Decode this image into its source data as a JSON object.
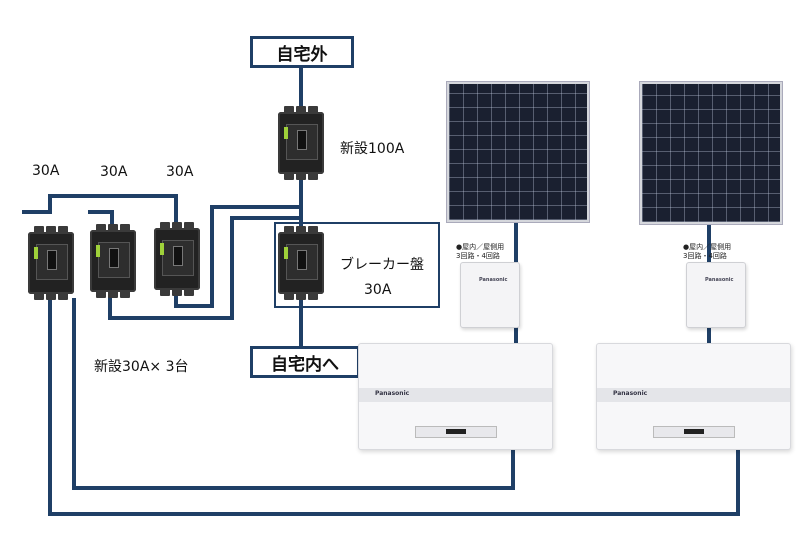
{
  "labels": {
    "outside": "自宅外",
    "inside": "自宅内へ",
    "main_breaker": "新設100A",
    "breaker_panel": "ブレーカー盤",
    "panel_amp": "30A",
    "amp_1": "30A",
    "amp_2": "30A",
    "amp_3": "30A",
    "new_breakers": "新設30A× 3台"
  },
  "units": [
    {
      "spec_line1": "●屋内／屋側用",
      "spec_line2": "3回路・4回路",
      "brand": "Panasonic"
    },
    {
      "spec_line1": "●屋内／屋側用",
      "spec_line2": "3回路・4回路",
      "brand": "Panasonic"
    }
  ],
  "colors": {
    "wire": "#1f3f66",
    "box_border": "#1f3f66"
  }
}
